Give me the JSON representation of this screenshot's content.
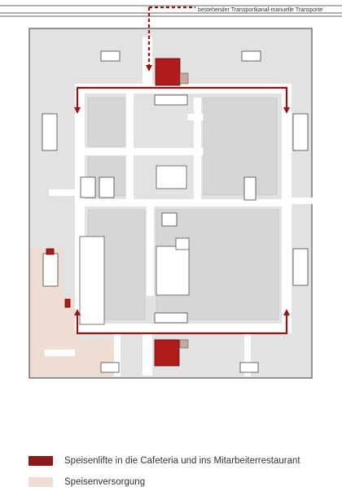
{
  "annotation": {
    "transport_channel": "bestehender Transportkanal-manuelle Transporte"
  },
  "legend": {
    "items": [
      {
        "label": "Speisenlifte in die Cafeteria und ins Mitarbeiterrestaurant",
        "color": "#8b1a1a"
      },
      {
        "label": "Speisenversorgung",
        "color": "#efdcd2"
      }
    ]
  },
  "colors": {
    "building": "#e2e2e2",
    "corridor": "#ffffff",
    "wall": "#555555",
    "lift": "#b01c1c",
    "route": "#9c1010",
    "food_supply": "#efdcd2"
  }
}
